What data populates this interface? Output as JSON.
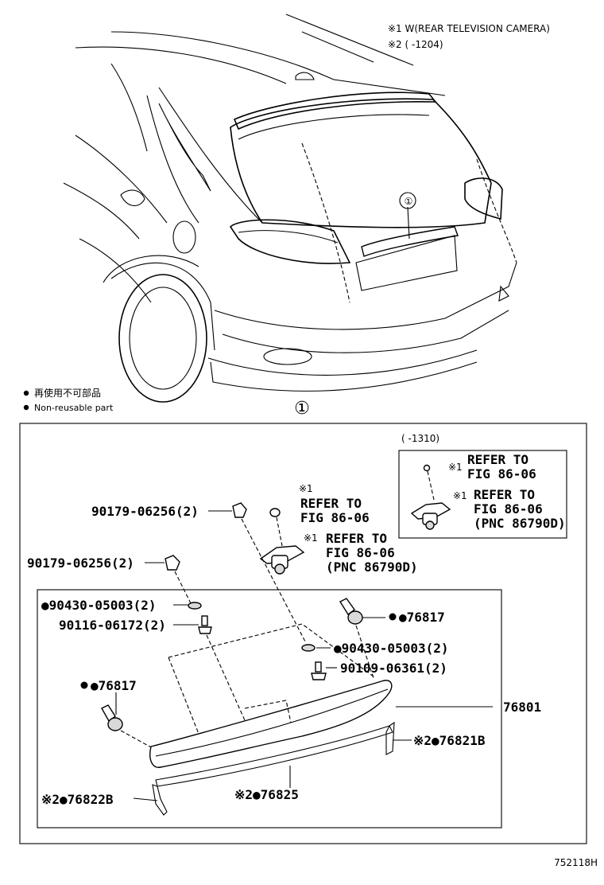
{
  "notes": {
    "n1": "※1 W(REAR TELEVISION CAMERA)",
    "n2": "※2 (      -1204)"
  },
  "legend": {
    "jp": "再使用不可部品",
    "en": "Non-reusable part"
  },
  "callout": "①",
  "inset": {
    "range": "(      -1310)",
    "ref1_mark": "※1",
    "ref1_line1": "REFER TO",
    "ref1_line2": "FIG 86-06",
    "ref2_mark": "※1",
    "ref2_line1": "REFER TO",
    "ref2_line2": "FIG 86-06",
    "ref2_line3": "(PNC 86790D)"
  },
  "refs": {
    "upper_mark": "※1",
    "upper_line1": "REFER TO",
    "upper_line2": "FIG 86-06",
    "lower_mark": "※1",
    "lower_line1": "REFER TO",
    "lower_line2": "FIG 86-06",
    "lower_line3": "(PNC 86790D)"
  },
  "parts": {
    "p90179_a": "90179-06256(2)",
    "p90179_b": "90179-06256(2)",
    "p90430_a": "●90430-05003(2)",
    "p90116": "90116-06172(2)",
    "p76817_r": "●76817",
    "p90430_b": "●90430-05003(2)",
    "p90109": "90109-06361(2)",
    "p76817_l": "●76817",
    "p76801": "76801",
    "p76821b": "※2●76821B",
    "p76822b": "※2●76822B",
    "p76825": "※2●76825"
  },
  "diagram_id": "752118H"
}
